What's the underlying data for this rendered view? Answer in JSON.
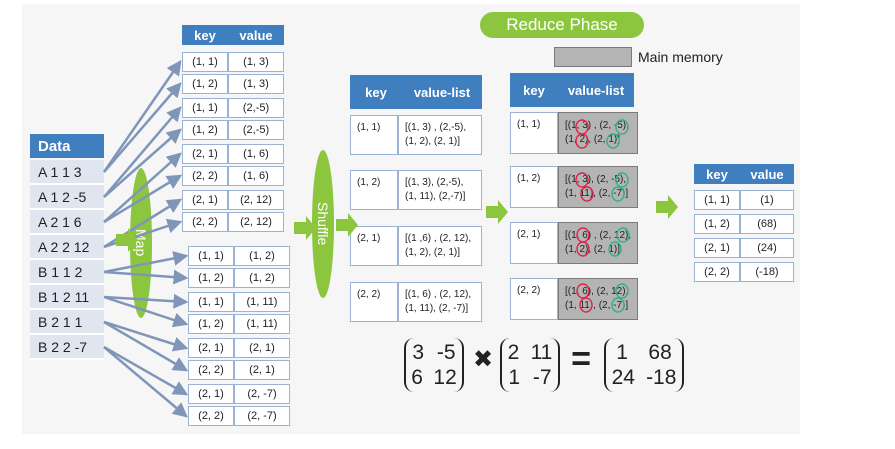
{
  "colors": {
    "accent_blue": "#3f7fbf",
    "phase_green": "#8cc63f",
    "memory_gray": "#b4b4b4",
    "circle_red": "#e0204a",
    "circle_green": "#2db37f"
  },
  "reduce_phase_label": "Reduce Phase",
  "main_memory_label": "Main memory",
  "map_label": "Map",
  "shuffle_label": "Shuffle",
  "data_table": {
    "header": "Data",
    "rows": [
      "A 1 1 3",
      "A 1 2 -5",
      "A 2 1 6",
      "A 2 2 12",
      "B 1 1 2",
      "B 1 2 11",
      "B 2 1 1",
      "B 2 2 -7"
    ]
  },
  "map_table": {
    "headers": [
      "key",
      "value"
    ],
    "rows": [
      [
        "(1, 1)",
        "(1, 3)"
      ],
      [
        "(1, 2)",
        "(1, 3)"
      ],
      [
        "(1, 1)",
        "(2,-5)"
      ],
      [
        "(1, 2)",
        "(2,-5)"
      ],
      [
        "(2, 1)",
        "(1, 6)"
      ],
      [
        "(2, 2)",
        "(1, 6)"
      ],
      [
        "(2, 1)",
        "(2, 12)"
      ],
      [
        "(2, 2)",
        "(2, 12)"
      ],
      [
        "(1, 1)",
        "(1, 2)"
      ],
      [
        "(1, 2)",
        "(1, 2)"
      ],
      [
        "(1, 1)",
        "(1, 11)"
      ],
      [
        "(1, 2)",
        "(1, 11)"
      ],
      [
        "(2, 1)",
        "(2, 1)"
      ],
      [
        "(2, 2)",
        "(2, 1)"
      ],
      [
        "(2, 1)",
        "(2, -7)"
      ],
      [
        "(2, 2)",
        "(2, -7)"
      ]
    ]
  },
  "shuffle_table": {
    "headers": [
      "key",
      "value-list"
    ],
    "rows": [
      {
        "key": "(1, 1)",
        "lines": [
          "[(1, 3) , (2,-5),",
          "(1, 2), (2, 1)]"
        ]
      },
      {
        "key": "(1, 2)",
        "lines": [
          "[(1, 3), (2,-5),",
          "(1, 11), (2,-7)]"
        ]
      },
      {
        "key": "(2, 1)",
        "lines": [
          "[(1 ,6) , (2, 12),",
          "(1, 2), (2, 1)]"
        ]
      },
      {
        "key": "(2, 2)",
        "lines": [
          "[(1, 6) , (2, 12),",
          "(1, 11), (2, -7)]"
        ]
      }
    ]
  },
  "reduce_table": {
    "headers": [
      "key",
      "value-list"
    ],
    "rows": [
      {
        "key": "(1, 1)",
        "lines": [
          "[(1, 3) , (2, -5),",
          "(1, 2), (2, 1)]"
        ]
      },
      {
        "key": "(1, 2)",
        "lines": [
          "[(1, 3), (2, -5),",
          "(1, 11), (2, -7)]"
        ]
      },
      {
        "key": "(2, 1)",
        "lines": [
          "[(1, 6) , (2, 12),",
          "(1, 2), (2, 1)]"
        ]
      },
      {
        "key": "(2, 2)",
        "lines": [
          "[(1, 6), (2, 12),",
          "(1, 11), (2, -7)]"
        ]
      }
    ]
  },
  "result_table": {
    "headers": [
      "key",
      "value"
    ],
    "rows": [
      [
        "(1, 1)",
        "(1)"
      ],
      [
        "(1, 2)",
        "(68)"
      ],
      [
        "(2, 1)",
        "(24)"
      ],
      [
        "(2, 2)",
        "(-18)"
      ]
    ]
  },
  "equation": {
    "matrix_a": [
      [
        "3",
        "-5"
      ],
      [
        "6",
        "12"
      ]
    ],
    "times_symbol": "✖",
    "matrix_b": [
      [
        "2",
        "11"
      ],
      [
        "1",
        "-7"
      ]
    ],
    "equals_symbol": "=",
    "matrix_c": [
      [
        "1",
        "68"
      ],
      [
        "24",
        "-18"
      ]
    ]
  }
}
